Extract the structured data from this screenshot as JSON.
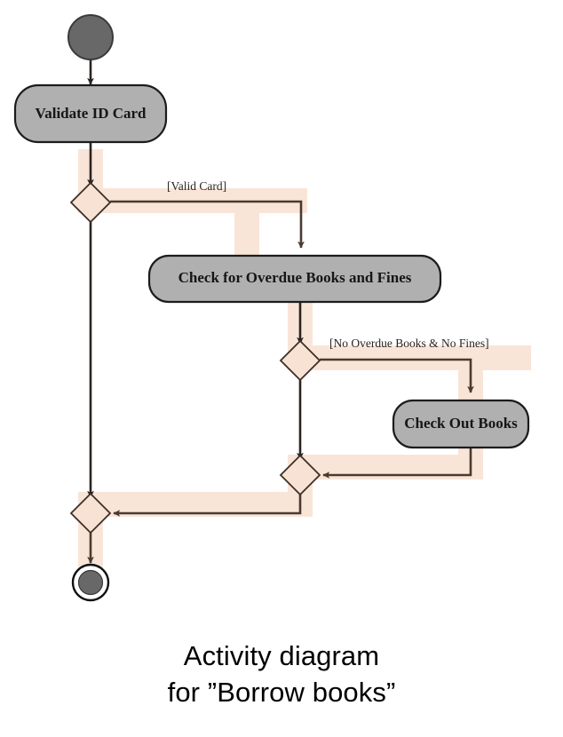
{
  "diagram": {
    "type": "uml-activity-diagram",
    "caption": {
      "line1": "Activity diagram",
      "line2": "for ”Borrow books”"
    },
    "colors": {
      "activity_fill": "#b0b0b0",
      "activity_stroke": "#1c1c1c",
      "initial_node_fill": "#686868",
      "final_node_fill": "#686868",
      "final_node_ring": "#ffffff",
      "final_node_outer": "#111111",
      "decision_fill": "#f7e2d4",
      "decision_stroke": "#3d2f28",
      "flow_line": "#4a3a32",
      "highlight_band": "#f9e5d8",
      "background": "#ffffff",
      "label_text": "#2a2420",
      "caption_text": "#000000"
    },
    "nodes": [
      {
        "id": "start",
        "kind": "initial-node",
        "label": ""
      },
      {
        "id": "validate-id-card",
        "kind": "action",
        "label": "Validate ID Card"
      },
      {
        "id": "decision-valid-card",
        "kind": "decision",
        "label": ""
      },
      {
        "id": "check-overdue",
        "kind": "action",
        "label": "Check for Overdue Books and Fines"
      },
      {
        "id": "decision-no-overdue",
        "kind": "decision",
        "label": ""
      },
      {
        "id": "check-out-books",
        "kind": "action",
        "label": "Check Out Books"
      },
      {
        "id": "merge-inner",
        "kind": "merge",
        "label": ""
      },
      {
        "id": "merge-outer",
        "kind": "merge",
        "label": ""
      },
      {
        "id": "end",
        "kind": "final-node",
        "label": ""
      }
    ],
    "guards": [
      {
        "id": "guard-valid-card",
        "text": "[Valid Card]"
      },
      {
        "id": "guard-no-overdue",
        "text": "[No Overdue Books & No Fines]"
      }
    ],
    "edges": [
      {
        "from": "start",
        "to": "validate-id-card",
        "guard": ""
      },
      {
        "from": "validate-id-card",
        "to": "decision-valid-card",
        "guard": ""
      },
      {
        "from": "decision-valid-card",
        "to": "check-overdue",
        "guard": "[Valid Card]"
      },
      {
        "from": "decision-valid-card",
        "to": "merge-outer",
        "guard": ""
      },
      {
        "from": "check-overdue",
        "to": "decision-no-overdue",
        "guard": ""
      },
      {
        "from": "decision-no-overdue",
        "to": "check-out-books",
        "guard": "[No Overdue Books & No Fines]"
      },
      {
        "from": "decision-no-overdue",
        "to": "merge-inner",
        "guard": ""
      },
      {
        "from": "check-out-books",
        "to": "merge-inner",
        "guard": ""
      },
      {
        "from": "merge-inner",
        "to": "merge-outer",
        "guard": ""
      },
      {
        "from": "merge-outer",
        "to": "end",
        "guard": ""
      }
    ]
  }
}
